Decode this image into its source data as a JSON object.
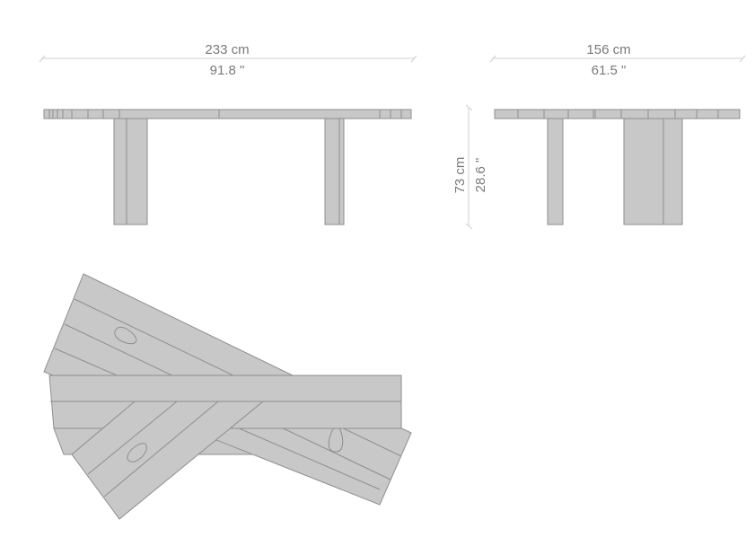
{
  "dimensions": {
    "length_cm": "233 cm",
    "length_in": "91.8 \"",
    "width_cm": "156 cm",
    "width_in": "61.5 \"",
    "height_cm": "73 cm",
    "height_in": "28.6 \""
  },
  "colors": {
    "wood": "#c8c8c8",
    "outline": "#8e8e8e",
    "text": "#7a7a7a"
  }
}
